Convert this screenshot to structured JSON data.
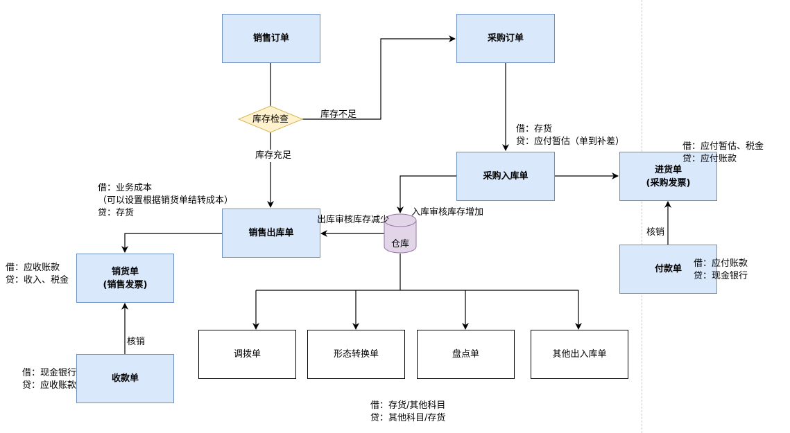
{
  "nodes": {
    "sales_order": "销售订单",
    "purchase_order": "采购订单",
    "stock_check": "库存检查",
    "purchase_inbound": "采购入库单",
    "purchase_invoice": "进货单\n(采购发票)",
    "sales_outbound": "销售出库单",
    "warehouse": "仓库",
    "sales_invoice": "销货单\n(销售发票)",
    "payment": "付款单",
    "receipt": "收款单",
    "transfer": "调拨单",
    "form_convert": "形态转换单",
    "stocktake": "盘点单",
    "other_io": "其他出入库单"
  },
  "edge_labels": {
    "stock_short": "库存不足",
    "stock_enough": "库存充足",
    "outbound_audit": "出库审核库存减少",
    "inbound_audit": "入库审核库存增加",
    "writeoff_left": "核销",
    "writeoff_right": "核销"
  },
  "notes": {
    "purchase_inbound": "借：存货\n贷：应付暂估（单到补差）",
    "purchase_invoice": "借：应付暂估、税金\n贷：应付账款",
    "sales_outbound": "借：业务成本\n（可以设置根据销货单结转成本）\n贷：存货",
    "sales_invoice": "借：应收账款\n贷：收入、税金",
    "payment": "借：应付账款\n贷：现金银行",
    "receipt": "借：现金银行\n贷：应收账款",
    "other": "借：存货/其他科目\n贷：其他科目/存货"
  },
  "colors": {
    "blue_fill": "#dae8fc",
    "blue_stroke": "#6c8ebf",
    "diamond_fill": "#fff2cc",
    "diamond_stroke": "#d6b656",
    "cylinder_fill": "#e1d5e7",
    "cylinder_stroke": "#9673a6"
  }
}
